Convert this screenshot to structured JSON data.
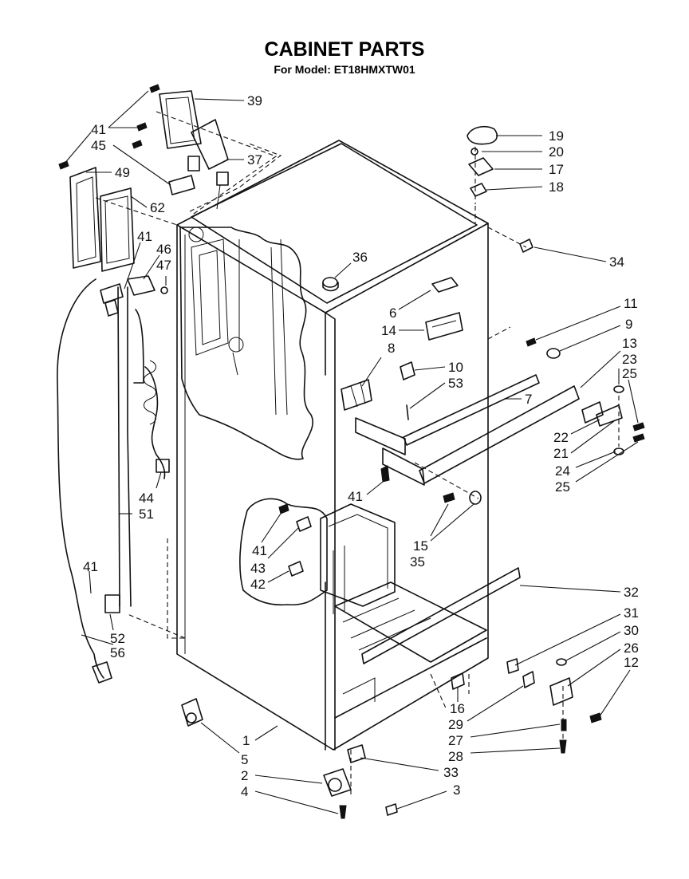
{
  "title": "CABINET PARTS",
  "subtitle": "For Model: ET18HMXTW01",
  "footer_text": "",
  "callouts": [
    "39",
    "41",
    "45",
    "37",
    "49",
    "62",
    "41",
    "46",
    "47",
    "44",
    "51",
    "41",
    "52",
    "56",
    "36",
    "6",
    "14",
    "8",
    "10",
    "53",
    "41",
    "41",
    "43",
    "42",
    "15",
    "35",
    "19",
    "20",
    "17",
    "18",
    "34",
    "11",
    "9",
    "13",
    "23",
    "25",
    "7",
    "22",
    "21",
    "24",
    "25",
    "32",
    "31",
    "30",
    "26",
    "12",
    "16",
    "29",
    "27",
    "28",
    "33",
    "3",
    "1",
    "5",
    "2",
    "4"
  ],
  "icons": [
    "cabinet-body",
    "hinge",
    "screw",
    "caster",
    "bracket",
    "power-cord",
    "electrical-box",
    "door-stop",
    "leveling-leg"
  ]
}
